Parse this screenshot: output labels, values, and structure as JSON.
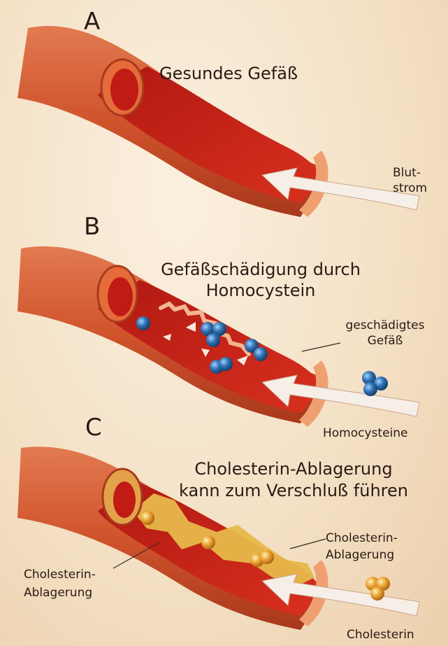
{
  "panels": {
    "a": {
      "letter": "A",
      "title": "Gesundes Gefäß",
      "flow_1": "Blut-",
      "flow_2": "strom"
    },
    "b": {
      "letter": "B",
      "title_1": "Gefäßschädigung durch",
      "title_2": "Homocystein",
      "damaged_1": "geschädigtes",
      "damaged_2": "Gefäß",
      "particles": "Homocysteine"
    },
    "c": {
      "letter": "C",
      "title_1": "Cholesterin-Ablagerung",
      "title_2": "kann zum Verschluß führen",
      "deposit_right_1": "Cholesterin-",
      "deposit_right_2": "Ablagerung",
      "deposit_left_1": "Cholesterin-",
      "deposit_left_2": "Ablagerung",
      "particles": "Cholesterin"
    }
  },
  "colors": {
    "vessel": "#d2552e",
    "vessel_inner": "#c8201a",
    "plaque": "#e6b84a",
    "homocysteine": "#2f6fb0",
    "cholesterol": "#e8a030",
    "arrow": "#f6efe8"
  }
}
